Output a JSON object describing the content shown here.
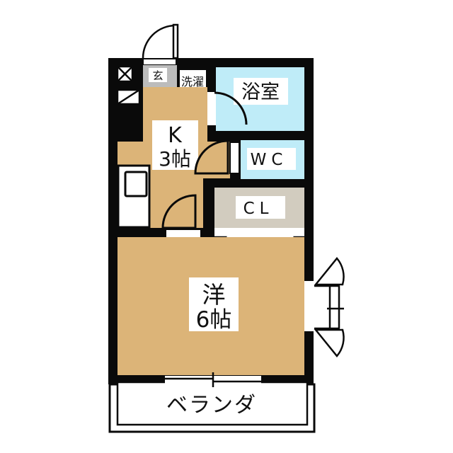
{
  "plan": {
    "entrance": {
      "label": "玄"
    },
    "laundry": {
      "label": "洗濯"
    },
    "bathroom": {
      "label": "浴室"
    },
    "toilet": {
      "label": "WC"
    },
    "kitchen": {
      "name": "K",
      "size": "3帖"
    },
    "closet": {
      "label": "CL"
    },
    "main_room": {
      "name": "洋",
      "size": "6帖"
    },
    "balcony": {
      "label": "ベランダ"
    },
    "colors": {
      "wall": "#0a0a0a",
      "floor_tan": "#dcb478",
      "water_blue": "#bfecf8",
      "closet_gray": "#d2ccbf",
      "entrance_gray": "#bcbcbc",
      "label_bg": "#ffffff"
    }
  }
}
